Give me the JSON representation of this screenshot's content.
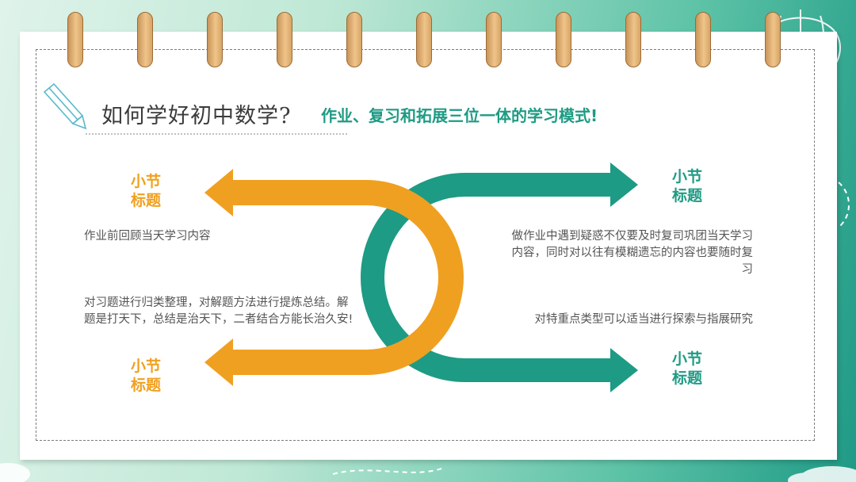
{
  "header": {
    "title": "如何学好初中数学?",
    "subtitle": "作业、复习和拓展三位一体的学习模式!"
  },
  "sections": {
    "top_left": {
      "heading": "小节\n标题",
      "text": "作业前回顾当天学习内容"
    },
    "bottom_left": {
      "heading": "小节\n标题",
      "text": "对习题进行归类整理，对解题方法进行提炼总结。解题是打天下，总结是治天下，二者结合方能长治久安!"
    },
    "top_right": {
      "heading": "小节\n标题",
      "text": "做作业中遇到疑惑不仅要及时复司巩团当天学习内容，同时对以往有模糊遗忘的内容也要随时复习"
    },
    "bottom_right": {
      "heading": "小节\n标题",
      "text": "对特重点类型可以适当进行探索与指展研究"
    }
  },
  "colors": {
    "orange": "#f0a020",
    "teal": "#1e9b84",
    "ring": "#efc48a",
    "text": "#555555"
  },
  "icons": {
    "pencil": "pencil-icon",
    "rings": "binder-ring-icon",
    "balloon": "hot-air-balloon-icon"
  }
}
